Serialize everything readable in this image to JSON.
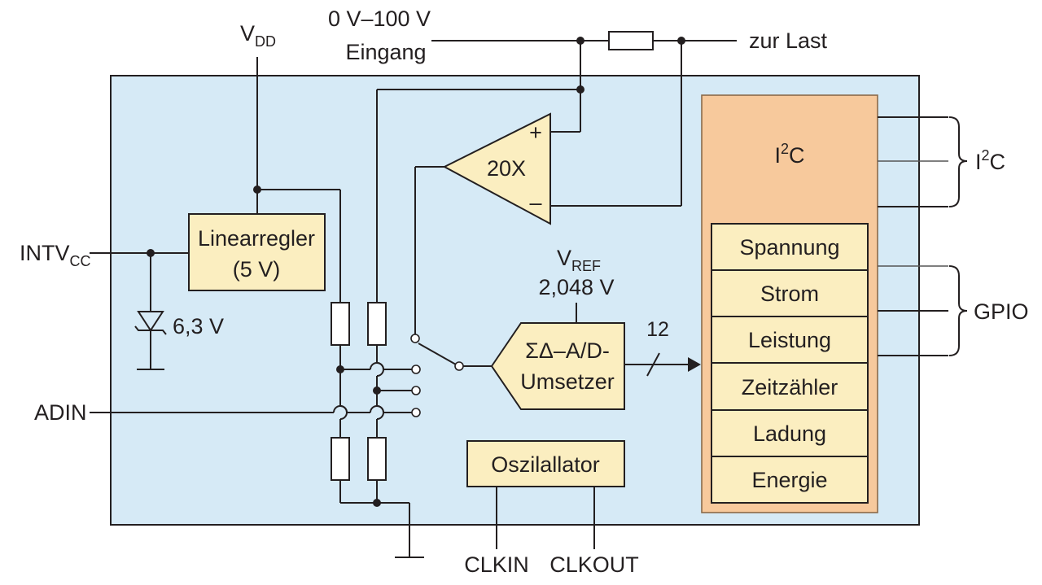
{
  "labels": {
    "vdd_main": "V",
    "vdd_sub": "DD",
    "input_line1": "0 V–100 V",
    "input_line2": "Eingang",
    "load": "zur Last",
    "intvcc_main": "INTV",
    "intvcc_sub": "CC",
    "zener_voltage": "6,3 V",
    "adin": "ADIN",
    "amp_gain": "20X",
    "amp_plus": "+",
    "amp_minus": "–",
    "vref_main": "V",
    "vref_sub": "REF",
    "vref_value": "2,048 V",
    "adc_line1": "ΣΔ–A/D-",
    "adc_line2": "Umsetzer",
    "bus_width": "12",
    "oscillator": "Oszilallator",
    "clkin": "CLKIN",
    "clkout": "CLKOUT",
    "i2c_right_main": "I",
    "i2c_right_sup": "2",
    "i2c_right_tail": "C",
    "gpio": "GPIO"
  },
  "regulator": {
    "line1": "Linearregler",
    "line2": "(5 V)"
  },
  "i2c_block": {
    "title_main": "I",
    "title_sup": "2",
    "title_tail": "C"
  },
  "registers": [
    "Spannung",
    "Strom",
    "Leistung",
    "Zeitzähler",
    "Ladung",
    "Energie"
  ],
  "colors": {
    "chip_fill": "#d6eaf6",
    "block_yellow": "#fbeec0",
    "i2c_outer": "#f7c99c",
    "wire": "#231f20"
  }
}
